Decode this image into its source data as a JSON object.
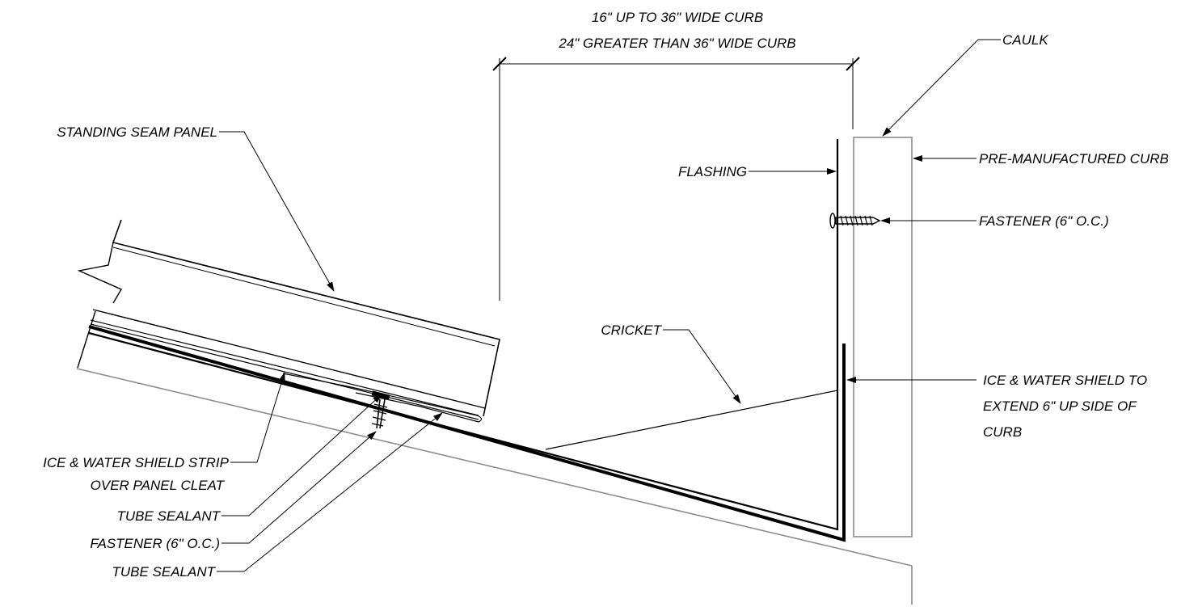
{
  "dimension": {
    "line1": "16\" UP TO 36\" WIDE CURB",
    "line2": "24\" GREATER THAN 36\" WIDE CURB"
  },
  "labels": {
    "caulk": "CAULK",
    "standing_seam_panel": "STANDING SEAM PANEL",
    "flashing": "FLASHING",
    "pre_manufactured_curb": "PRE-MANUFACTURED CURB",
    "fastener_curb": "FASTENER (6\" O.C.)",
    "cricket": "CRICKET",
    "ice_water_curb_1": "ICE & WATER SHIELD TO",
    "ice_water_curb_2": "EXTEND 6\" UP SIDE OF",
    "ice_water_curb_3": "CURB",
    "ice_water_strip_1": "ICE & WATER SHIELD STRIP",
    "ice_water_strip_2": "OVER PANEL CLEAT",
    "tube_sealant_1": "TUBE SEALANT",
    "fastener_panel": "FASTENER (6\" O.C.)",
    "tube_sealant_2": "TUBE SEALANT"
  },
  "colors": {
    "ink": "#000000",
    "curb_outline": "#8c8c8c"
  }
}
